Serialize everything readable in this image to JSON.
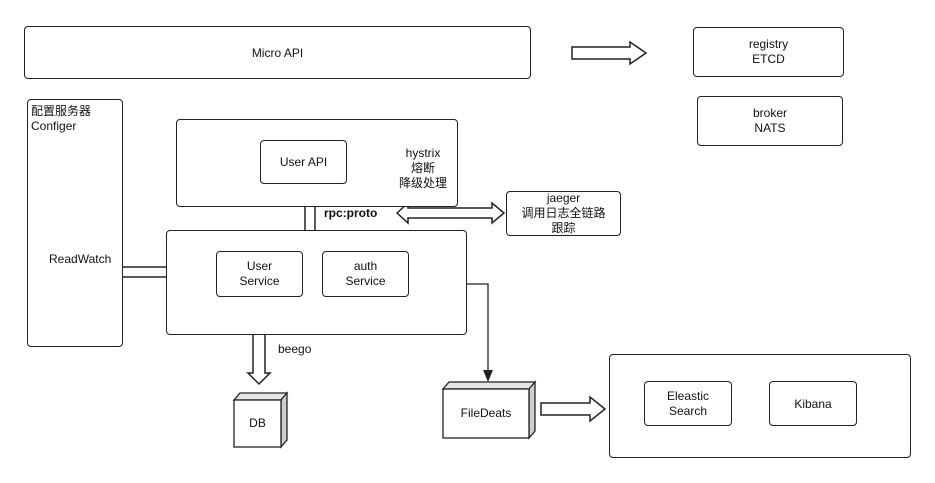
{
  "nodes": {
    "micro_api": "Micro API",
    "registry": "registry\nETCD",
    "broker": "broker\nNATS",
    "configer": "配置服务器\nConfiger",
    "readwatch": "ReadWatch",
    "user_api": "User API",
    "hystrix": "hystrix\n熔断\n降级处理",
    "rpc_proto": "rpc:proto",
    "jaeger": "jaeger\n调用日志全链路\n跟踪",
    "user_service": "User\nService",
    "auth_service": "auth\nService",
    "beego": "beego",
    "db": "DB",
    "filedeats": "FileDeats",
    "elastic_search": "Eleastic\nSearch",
    "kibana": "Kibana"
  }
}
